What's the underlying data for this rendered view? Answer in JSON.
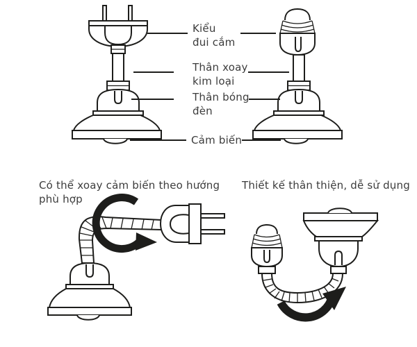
{
  "colors": {
    "line": "#1d1d1b",
    "text": "#3c3c3c",
    "background": "#ffffff"
  },
  "top_diagram": {
    "labels": [
      {
        "name": "plug-type",
        "text": "Kiểu\nđui cắm"
      },
      {
        "name": "metal-swivel-neck",
        "text": "Thân xoay\nkim loại"
      },
      {
        "name": "lamp-body",
        "text": "Thân bóng\nđèn"
      },
      {
        "name": "sensor",
        "text": "Cảm biến"
      }
    ],
    "icons": [
      "two-pin-plug-lamp-icon",
      "e27-screw-lamp-icon"
    ]
  },
  "bottom_diagram": {
    "left_caption": "Có thể xoay cảm biến theo hướng\nphù hợp",
    "right_caption": "Thiết kế thân thiện, dễ sử dụng",
    "icons": [
      "rotate-arrow-icon",
      "rotate-arrow-icon"
    ]
  }
}
